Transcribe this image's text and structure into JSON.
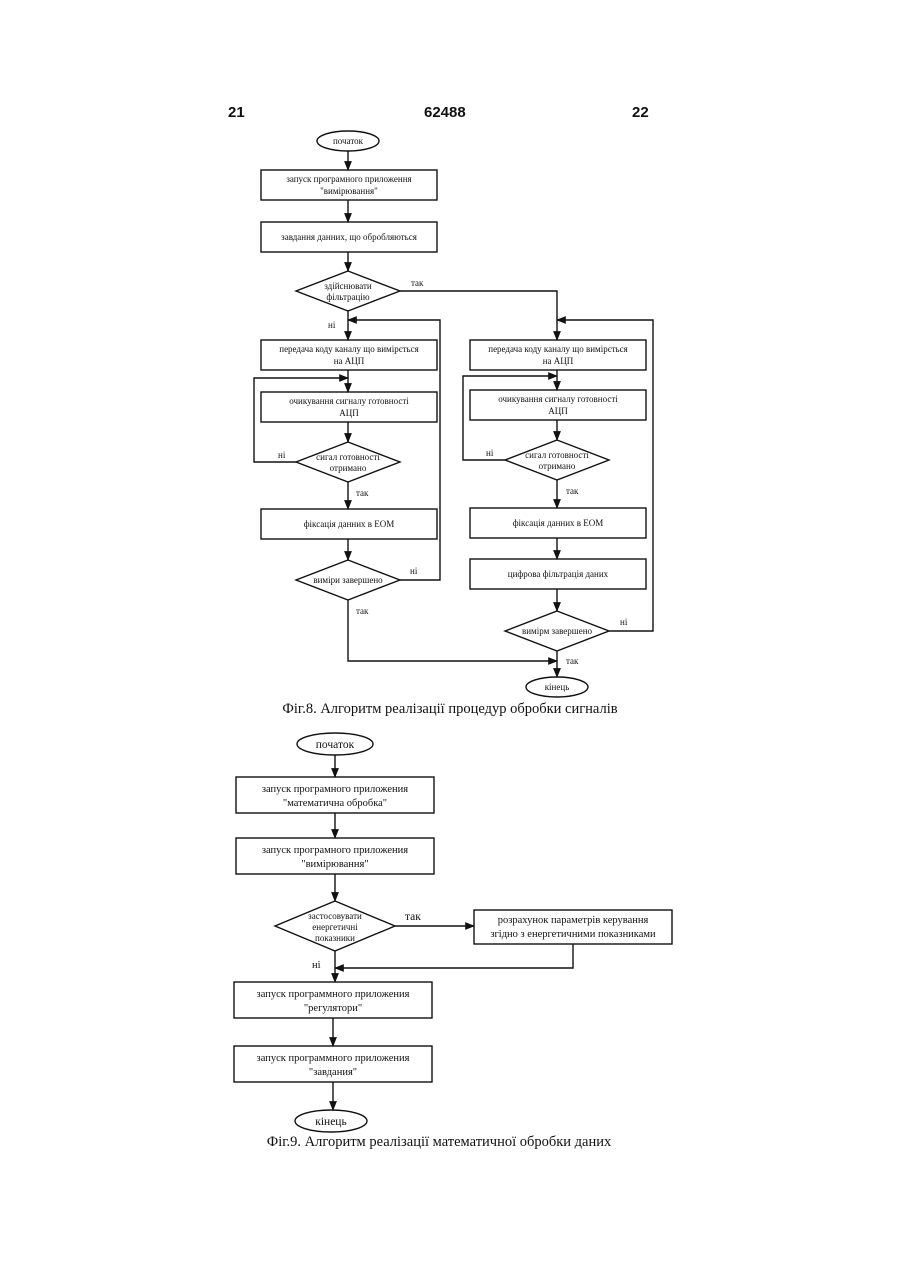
{
  "header": {
    "page_left": "21",
    "doc_number": "62488",
    "page_right": "22"
  },
  "fig8": {
    "start": "початок",
    "launch": [
      "запуск програмного приложення",
      "\"вимірювання\""
    ],
    "set_data": "завдання данних, що обробляються",
    "filter_q": [
      "здійснювати",
      "фільтрацію"
    ],
    "yes": "так",
    "no": "ні",
    "left": {
      "send_code": [
        "передача коду каналу що вимірється",
        "на АЦП"
      ],
      "wait": [
        "очикування сигналу готовності",
        "АЦП"
      ],
      "ready_q": [
        "сигал готовності",
        "отримано"
      ],
      "fix": "фіксація данних в ЕОМ",
      "done_q": "виміри завершено"
    },
    "right": {
      "send_code": [
        "передача коду каналу що вимірється",
        "на АЦП"
      ],
      "wait": [
        "очикування сигналу готовності",
        "АЦП"
      ],
      "ready_q": [
        "сигал готовності",
        "отримано"
      ],
      "fix": "фіксація данних в ЕОМ",
      "digital_filter": "цифрова фільтрація даних",
      "done_q": "вимірм завершено"
    },
    "end": "кінець",
    "caption": "Фіг.8. Алгоритм реалізації процедур обробки сигналів"
  },
  "fig9": {
    "start": "початок",
    "launch_math": [
      "запуск програмного приложения",
      "\"математична обробка\""
    ],
    "launch_measure": [
      "запуск програмного приложения",
      "\"вимірювання\""
    ],
    "energy_q": [
      "застосовувати",
      "енергетичні",
      "показники"
    ],
    "yes": "так",
    "no": "ні",
    "calc": [
      "розрахунок параметрів керування",
      "згідно з енергетичними показниками"
    ],
    "launch_reg": [
      "запуск программного приложения",
      "\"регулятори\""
    ],
    "launch_task": [
      "запуск программного приложения",
      "\"завдания\""
    ],
    "end": "кінець",
    "caption": "Фіг.9. Алгоритм реалізації математичної обробки даних"
  }
}
